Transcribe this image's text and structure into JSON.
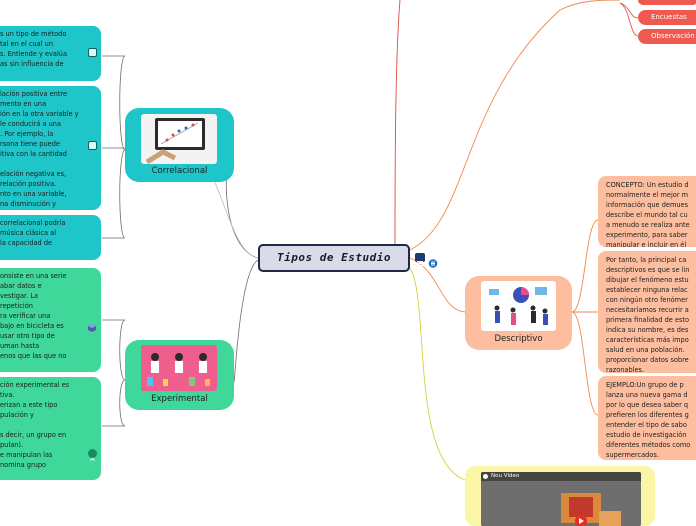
{
  "central": {
    "title": "Tipos de Estudio"
  },
  "branches": {
    "correlacional": {
      "label": "Correlacional",
      "notes": [
        "s un tipo de método\ntal en el cual un\ns. Entiende y evalúa\nas sin influencia de",
        "lación positiva entre\nmento en una\nión en la otra variable y\nle conducirá a una\n. Por ejemplo, la\nrsona tiene puede\nitiva con la cantidad\n\nelación negativa es,\nrelación positiva.\nnto en una variable,\nna disminución y",
        "correlacional podría\nmúsica clásica al\nla capacidad de"
      ]
    },
    "experimental": {
      "label": "Experimental",
      "notes": [
        "onsiste en una serie\nabar datos e\nvestigar. La\nrepetición\nra verificar una\nbajo en bicicleta es\nusar otro tipo de\numan hasta\nenos que las que no",
        "ción experimental es\ntiva.\nerizan a este tipo\npulación y\n\ns decir, un grupo en\npulan).\ne manipulan las\nnomina grupo"
      ]
    },
    "descriptivo": {
      "label": "Descriptivo",
      "notes": [
        "CONCEPTO:  Un estudio d\nnormalmente el mejor m\ninformación que demues\ndescribe el mundo tal cu\na menudo se realiza ante\nexperimento, para saber\nmanipular e incluir en él",
        "Por tanto, la principal ca\ndescriptivos es que se lin\ndibujar el fenómeno estu\nestablecer ninguna relac\ncon ningún otro fenómer\nnecesitaríamos recurrir a\nprimera finalidad de esto\nindica su nombre, es des\ncaracterísticas más impo\nsalud en una población.\nproporcionar datos sobre\nrazonables.",
        "EJEMPLO:Un grupo de p\nlanza una nueva gama d\npor lo que desea saber q\nprefieren los diferentes g\nentender el tipo de sabo\nestudio de investigación\ndiferentes métodos como\nsupermercados."
      ]
    }
  },
  "top_right_items": [
    "Encuestas",
    "Observación"
  ],
  "video": {
    "title": "Nou Vídeo"
  },
  "colors": {
    "teal": "#1ec6c9",
    "green": "#3fd79a",
    "orange": "#fcbe9f",
    "red_pill": "#ee5a4f",
    "central_border": "#20284a"
  }
}
